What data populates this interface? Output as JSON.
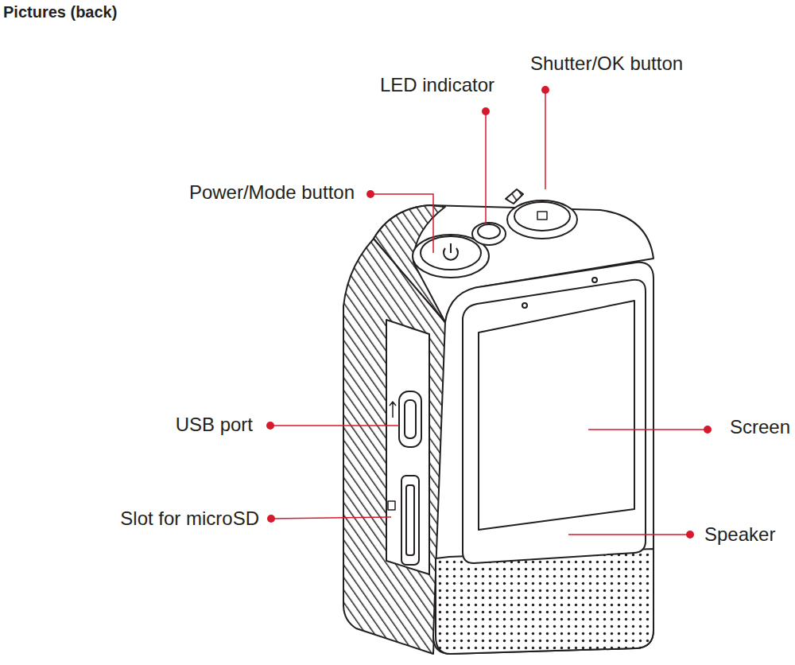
{
  "diagram": {
    "title": "Pictures (back)",
    "labels": [
      "Shutter/OK button",
      "LED indicator",
      "Power/Mode button",
      "USB port",
      "Screen",
      "Slot for microSD",
      "Speaker"
    ]
  }
}
